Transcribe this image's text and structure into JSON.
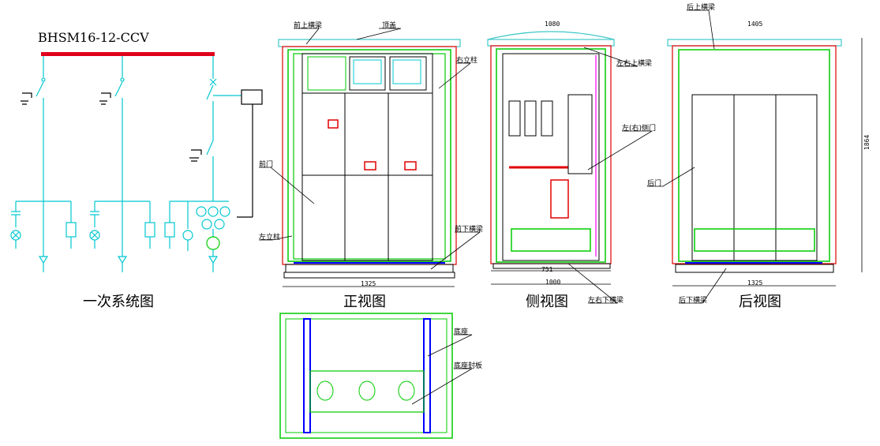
{
  "model": "BHSM16-12-CCV",
  "captions": {
    "single_line": "一次系统图",
    "front": "正视图",
    "side": "侧视图",
    "rear": "后视图"
  },
  "labels": {
    "front_top_beam": "前上横梁",
    "roof": "顶盖",
    "right_post": "右立柱",
    "front_door": "前门",
    "left_post": "左立柱",
    "front_bottom_beam": "前下横梁",
    "lr_top_beam": "左右上横梁",
    "lr_side_door": "左(右)侧门",
    "lr_bottom_beam": "左右下横梁",
    "rear_top_beam": "后上横梁",
    "rear_door": "后门",
    "rear_bottom_beam": "后下横梁",
    "base": "底座",
    "base_seal_plate": "底座封板"
  },
  "dimensions": {
    "front_width": "1325",
    "side_width": "1080",
    "side_depth": "1000",
    "side_inner": "751",
    "rear_top": "1405",
    "rear_bottom": "1325",
    "height": "1864"
  },
  "colors": {
    "busbar": "#e0001b",
    "circuit": "#00c8d0",
    "frame_green": "#00cc00",
    "frame_red": "#e00000",
    "magenta": "#ff00ff",
    "blue": "#0000ff",
    "roof_cyan": "#3fc7c7"
  }
}
